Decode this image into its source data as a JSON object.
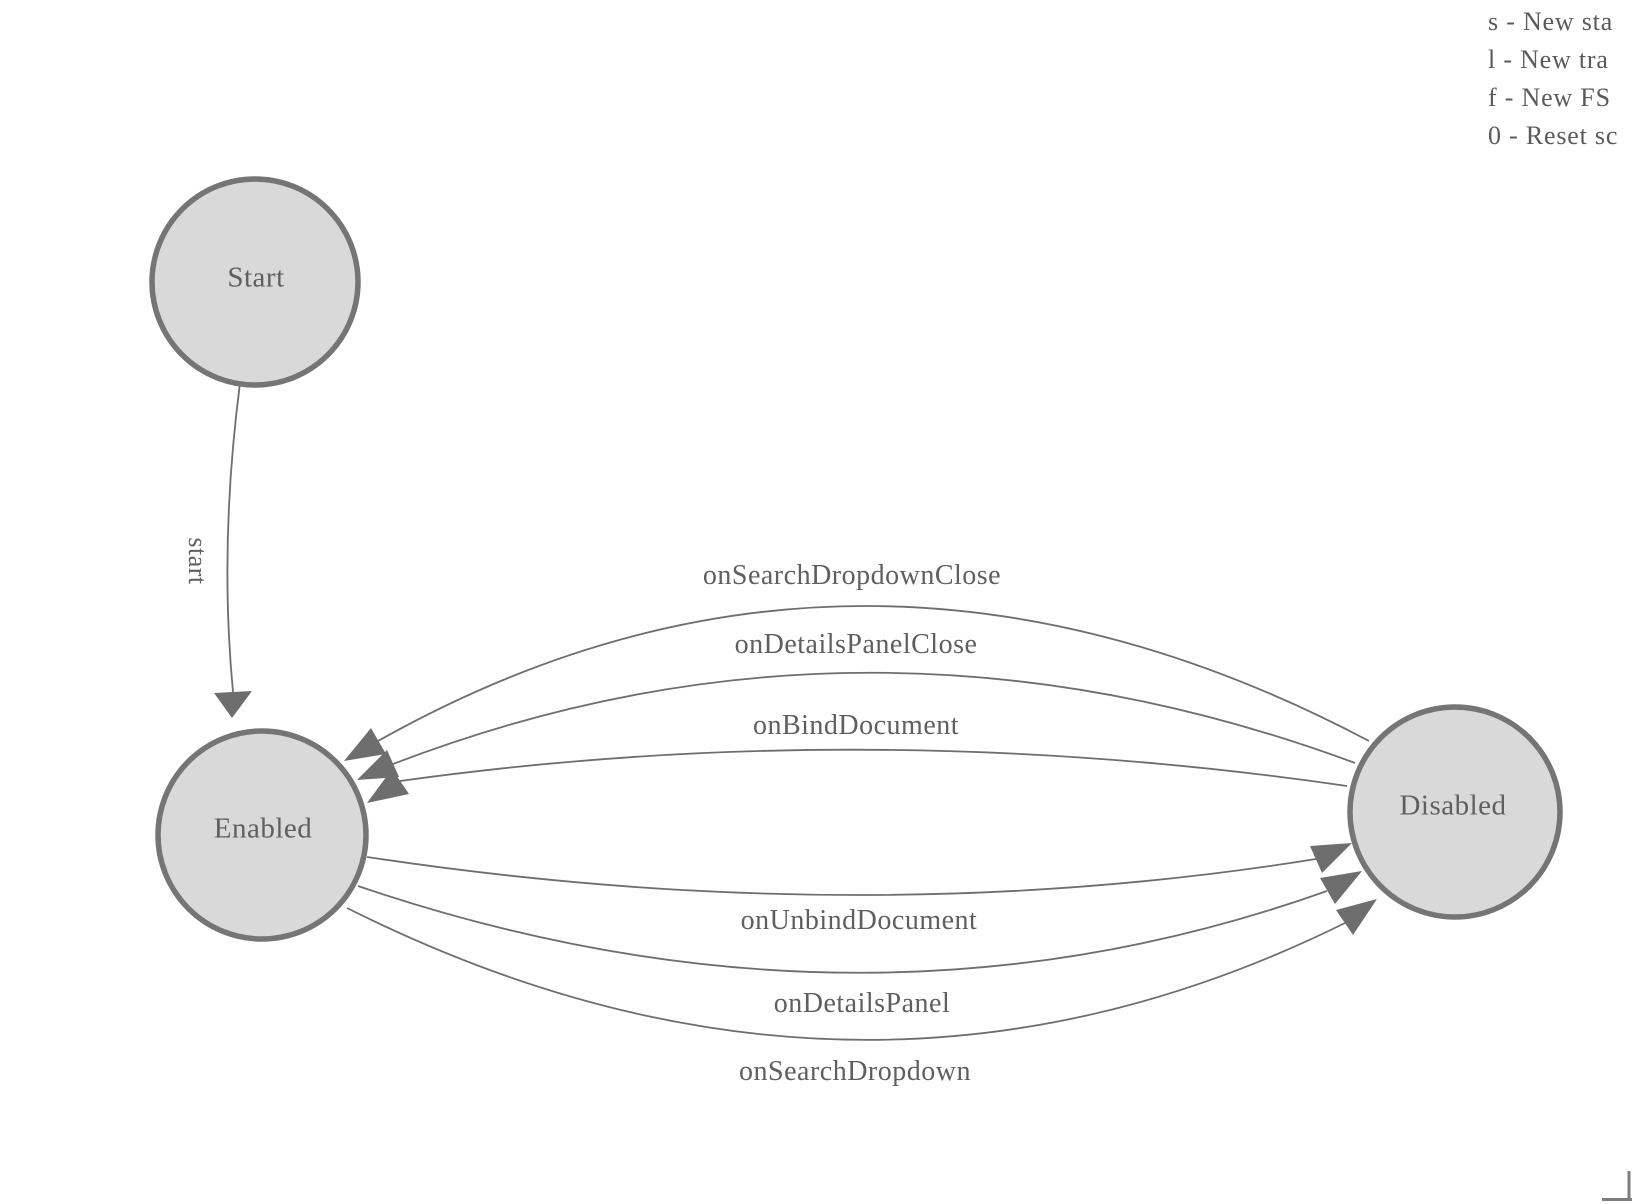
{
  "diagram": {
    "type": "fsm-state-diagram",
    "nodes": [
      {
        "id": "start",
        "label": "Start"
      },
      {
        "id": "enabled",
        "label": "Enabled"
      },
      {
        "id": "disabled",
        "label": "Disabled"
      }
    ],
    "edges": [
      {
        "label": "start",
        "from": "Start",
        "to": "Enabled"
      },
      {
        "label": "onSearchDropdownClose",
        "from": "Disabled",
        "to": "Enabled"
      },
      {
        "label": "onDetailsPanelClose",
        "from": "Disabled",
        "to": "Enabled"
      },
      {
        "label": "onBindDocument",
        "from": "Disabled",
        "to": "Enabled"
      },
      {
        "label": "onUnbindDocument",
        "from": "Enabled",
        "to": "Disabled"
      },
      {
        "label": "onDetailsPanel",
        "from": "Enabled",
        "to": "Disabled"
      },
      {
        "label": "onSearchDropdown",
        "from": "Enabled",
        "to": "Disabled"
      }
    ]
  },
  "legend": {
    "lines": [
      "s - New sta",
      "l - New tra",
      "f - New FS",
      "0 - Reset sc"
    ]
  },
  "colors": {
    "node_fill": "#d9d9d9",
    "node_border": "#757575",
    "edge_stroke": "#6e6e6e",
    "arrowhead": "#6e6e6e",
    "text": "#5f5f5f",
    "background": "#ffffff"
  }
}
